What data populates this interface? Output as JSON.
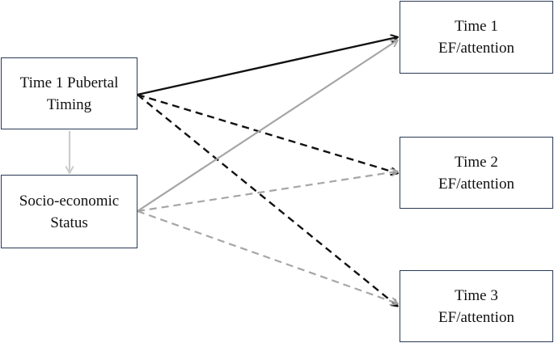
{
  "nodes": {
    "pubertal": {
      "line1": "Time 1 Pubertal",
      "line2": "Timing"
    },
    "ses": {
      "line1": "Socio-economic",
      "line2": "Status"
    },
    "time1": {
      "line1": "Time 1",
      "line2": "EF/attention"
    },
    "time2": {
      "line1": "Time 2",
      "line2": "EF/attention"
    },
    "time3": {
      "line1": "Time 3",
      "line2": "EF/attention"
    }
  },
  "colors": {
    "dark": "#111111",
    "gray": "#a6a6a6",
    "light_gray": "#cccccc",
    "border": "#2b3a55"
  },
  "edges": [
    {
      "id": "pubertal-to-ses",
      "from": "pubertal",
      "to": "ses",
      "style": "solid",
      "color": "light_gray"
    },
    {
      "id": "pubertal-to-time1",
      "from": "pubertal",
      "to": "time1",
      "style": "solid",
      "color": "dark"
    },
    {
      "id": "pubertal-to-time2",
      "from": "pubertal",
      "to": "time2",
      "style": "dashed",
      "color": "dark"
    },
    {
      "id": "pubertal-to-time3",
      "from": "pubertal",
      "to": "time3",
      "style": "dashed",
      "color": "dark"
    },
    {
      "id": "ses-to-time1",
      "from": "ses",
      "to": "time1",
      "style": "solid",
      "color": "gray"
    },
    {
      "id": "ses-to-time2",
      "from": "ses",
      "to": "time2",
      "style": "dashed",
      "color": "gray"
    },
    {
      "id": "ses-to-time3",
      "from": "ses",
      "to": "time3",
      "style": "dashed",
      "color": "gray"
    }
  ]
}
